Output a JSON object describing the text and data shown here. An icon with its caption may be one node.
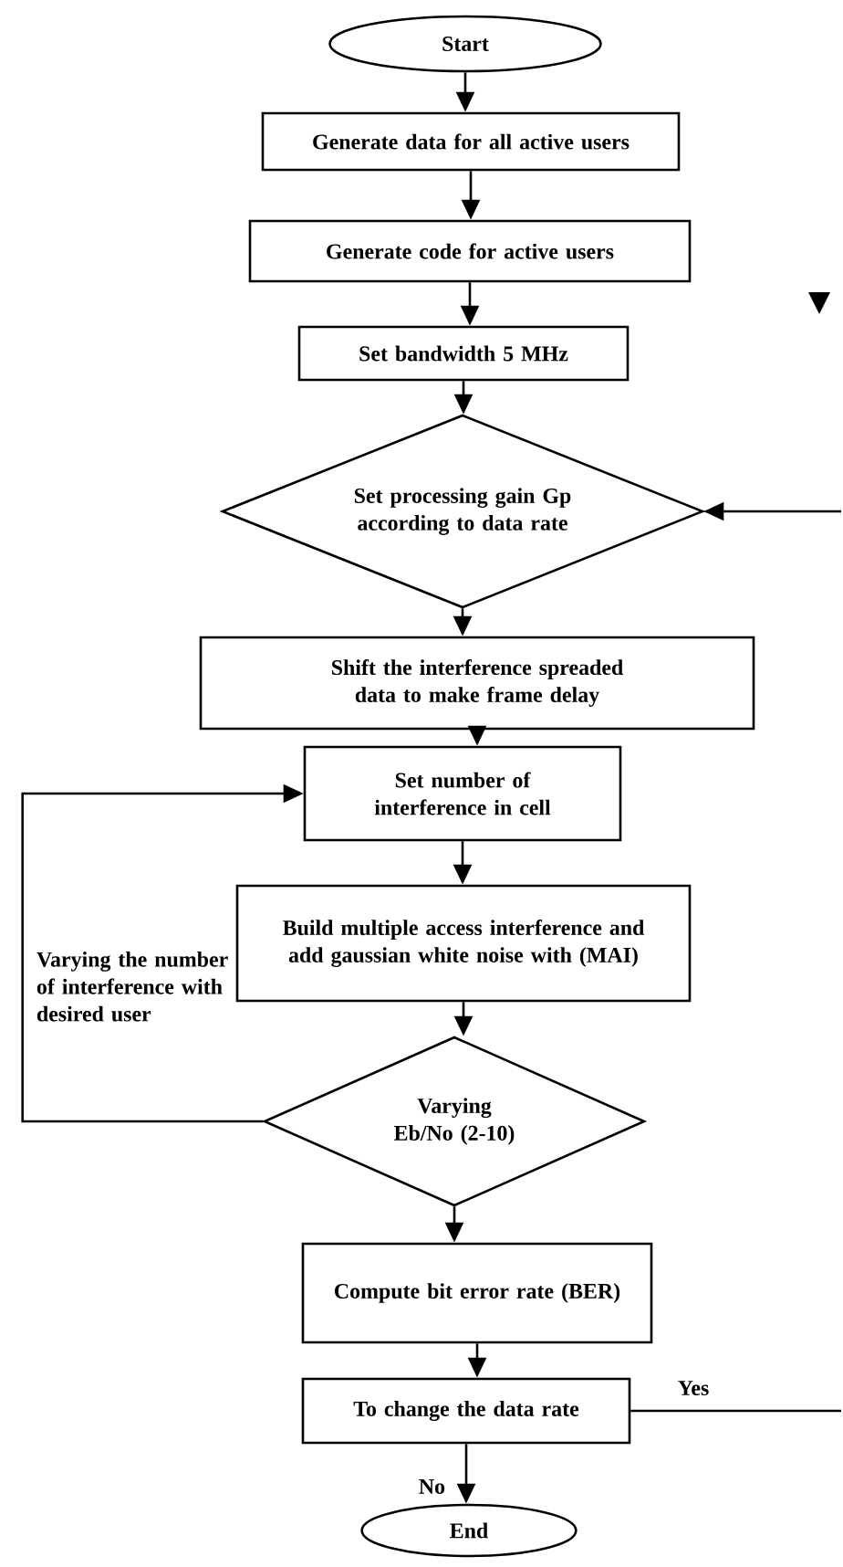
{
  "diagram": {
    "nodes": [
      {
        "text": [
          "Start"
        ]
      },
      {
        "text": [
          "Generate data for all active users"
        ]
      },
      {
        "text": [
          "Generate code for active users"
        ]
      },
      {
        "text": [
          "Set bandwidth 5 MHz"
        ]
      },
      {
        "text": [
          "Set processing gain Gp according to data rate"
        ]
      },
      {
        "text": [
          "Shift the interference spreaded data to make frame delay"
        ]
      },
      {
        "text": [
          "Set number of interference in cell"
        ]
      },
      {
        "text": [
          "Build multiple access interference and add gaussian white noise with (MAI)"
        ]
      },
      {
        "text": [
          "Varying Eb/No (2-10)"
        ]
      },
      {
        "text": [
          "Compute bit error rate (BER)"
        ]
      },
      {
        "text": [
          "To change the data rate"
        ]
      },
      {
        "text": [
          "End"
        ]
      }
    ],
    "edges": [
      {
        "from": 0,
        "to": 1,
        "arrow": "to"
      },
      {
        "from": 1,
        "to": 2,
        "arrow": "to"
      },
      {
        "from": 2,
        "to": 3,
        "arrow": "to"
      },
      {
        "from": 3,
        "to": 4,
        "arrow": "to"
      },
      {
        "from": 4,
        "to": 5,
        "arrow": "to"
      },
      {
        "from": 5,
        "to": 6,
        "arrow": "to"
      },
      {
        "from": 6,
        "to": 7,
        "arrow": "to"
      },
      {
        "from": 7,
        "to": 8,
        "arrow": "to"
      },
      {
        "from": 8,
        "to": 6,
        "arrow": "to",
        "label": "Varying the number of interference with desired user"
      },
      {
        "from": 8,
        "to": 9,
        "arrow": "to"
      },
      {
        "from": 9,
        "to": 10,
        "arrow": "to"
      },
      {
        "from": 10,
        "to": 11,
        "arrow": "to",
        "label": "No"
      },
      {
        "from": 10,
        "to": null,
        "arrow": "none",
        "label": "Yes"
      },
      {
        "from": null,
        "to": 4,
        "arrow": "to"
      }
    ]
  }
}
